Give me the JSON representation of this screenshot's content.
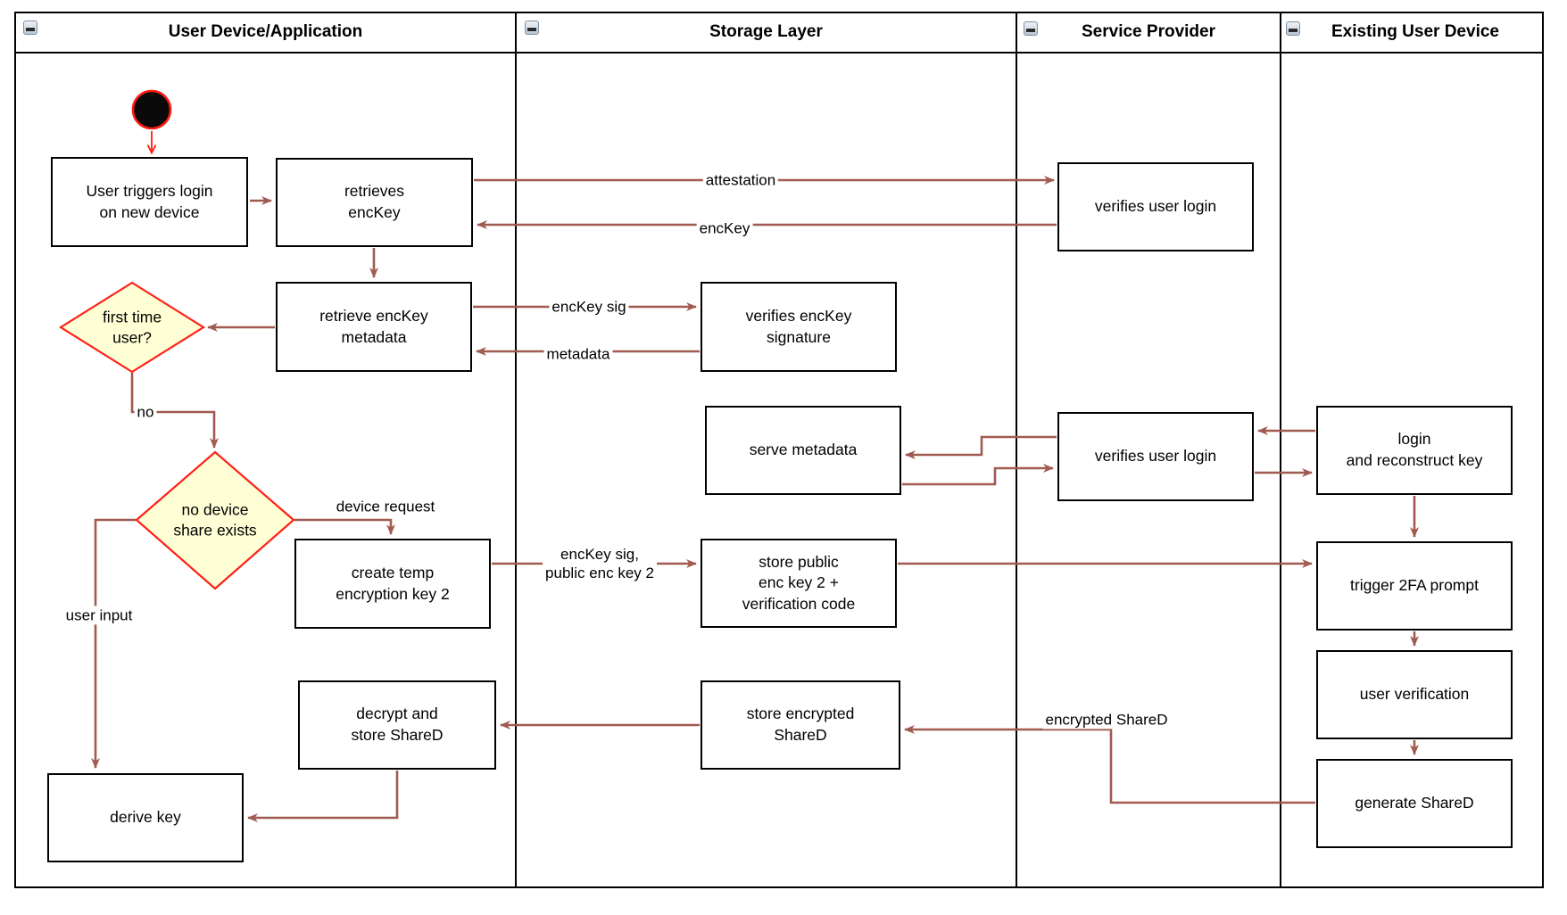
{
  "lanes": {
    "user_device": {
      "label": "User Device/Application"
    },
    "storage_layer": {
      "label": "Storage Layer"
    },
    "service_provider": {
      "label": "Service Provider"
    },
    "existing_user_device": {
      "label": "Existing User Device"
    }
  },
  "nodes": {
    "user_triggers_login": {
      "label": "User triggers login\non new device"
    },
    "retrieves_enckey": {
      "label": "retrieves\nencKey"
    },
    "retrieve_enckey_metadata": {
      "label": "retrieve encKey\nmetadata"
    },
    "verifies_enckey_signature": {
      "label": "verifies encKey\nsignature"
    },
    "verifies_user_login_top": {
      "label": "verifies user login"
    },
    "serve_metadata": {
      "label": "serve metadata"
    },
    "verifies_user_login_mid": {
      "label": "verifies user login"
    },
    "login_and_reconstruct_key": {
      "label": "login\nand reconstruct key"
    },
    "create_temp_encryption_key_2": {
      "label": "create temp\nencryption key 2"
    },
    "store_public_enc_key_2": {
      "label": "store public\nenc key 2 +\nverification code"
    },
    "trigger_2fa_prompt": {
      "label": "trigger 2FA prompt"
    },
    "user_verification": {
      "label": "user verification"
    },
    "store_encrypted_shared": {
      "label": "store encrypted\nShareD"
    },
    "decrypt_and_store_shared": {
      "label": "decrypt and\nstore ShareD"
    },
    "generate_shared": {
      "label": "generate ShareD"
    },
    "derive_key": {
      "label": "derive key"
    }
  },
  "decisions": {
    "first_time_user": {
      "label": "first time\nuser?"
    },
    "no_device_share_exists": {
      "label": "no device\nshare exists"
    }
  },
  "edge_labels": {
    "attestation": "attestation",
    "enckey": "encKey",
    "enckey_sig": "encKey sig",
    "metadata": "metadata",
    "no": "no",
    "device_request": "device request",
    "enckey_sig_public_enc_key_2": "encKey sig,\npublic enc key 2",
    "user_input": "user input",
    "encrypted_shared": "encrypted ShareD"
  },
  "colors": {
    "connector": "#a05a50",
    "start_arrow": "#ff1a10",
    "decision_border": "#ff2015",
    "decision_fill": "#ffffd6",
    "node_border": "#000000",
    "node_fill": "#ffffff",
    "start_node_fill": "#0a0a0a"
  }
}
